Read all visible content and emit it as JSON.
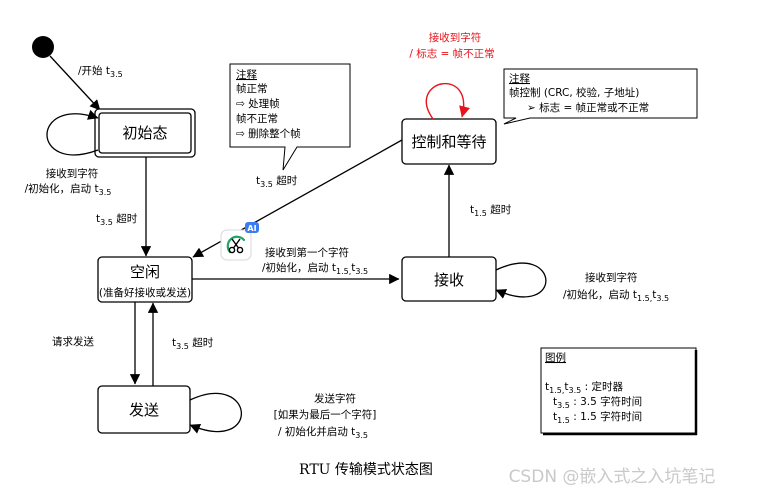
{
  "states": {
    "init": "初始态",
    "idle": "空闲",
    "idle_sub": "(准备好接收或发送)",
    "receive": "接收",
    "control": "控制和等待",
    "send": "发送"
  },
  "transitions": {
    "start": [
      "/开始 t",
      "3.5"
    ],
    "init_self": [
      "接收到字符",
      "/初始化，启动 t",
      "3.5"
    ],
    "init_to_idle": [
      "t",
      "3.5",
      " 超时"
    ],
    "idle_to_receive": [
      "接收到第一个字符",
      "/初始化，启动 t",
      "1.5,",
      "t",
      "3.5"
    ],
    "receive_self": [
      "接收到字符",
      "/初始化，启动 t",
      "1.5,",
      "t",
      "3.5"
    ],
    "receive_to_control": [
      "t",
      "1.5",
      " 超时"
    ],
    "control_self": [
      "接收到字符",
      "/ 标志 = 帧不正常"
    ],
    "control_to_idle": [
      "t",
      "3.5",
      " 超时"
    ],
    "idle_to_send": "请求发送",
    "send_to_idle": [
      "t",
      "3.5",
      " 超时"
    ],
    "send_self": [
      "发送字符",
      "[如果为最后一个字符]",
      "/ 初始化并启动 t",
      "3.5"
    ]
  },
  "notes": {
    "note1": {
      "title": "注释",
      "lines": [
        "帧正常",
        "⇨ 处理帧",
        "帧不正常",
        "⇨ 删除整个帧"
      ]
    },
    "note2": {
      "title": "注释",
      "lines": [
        "帧控制 (CRC, 校验, 子地址)",
        "➢ 标志 = 帧正常或不正常"
      ]
    }
  },
  "legend": {
    "title": "图例",
    "line1": [
      "t",
      "1.5,",
      "t",
      "3.5",
      " : 定时器"
    ],
    "line2": [
      "t",
      "3.5",
      " : 3.5 字符时间"
    ],
    "line3": [
      "t",
      "1.5",
      " : 1.5 字符时间"
    ]
  },
  "caption": "RTU  传输模式状态图",
  "watermark": "CSDN @嵌入式之入坑笔记",
  "overlay_badge": "AI",
  "colors": {
    "red": "#e8141b",
    "badge_blue": "#3c7cf0",
    "badge_green": "#1fa463"
  }
}
